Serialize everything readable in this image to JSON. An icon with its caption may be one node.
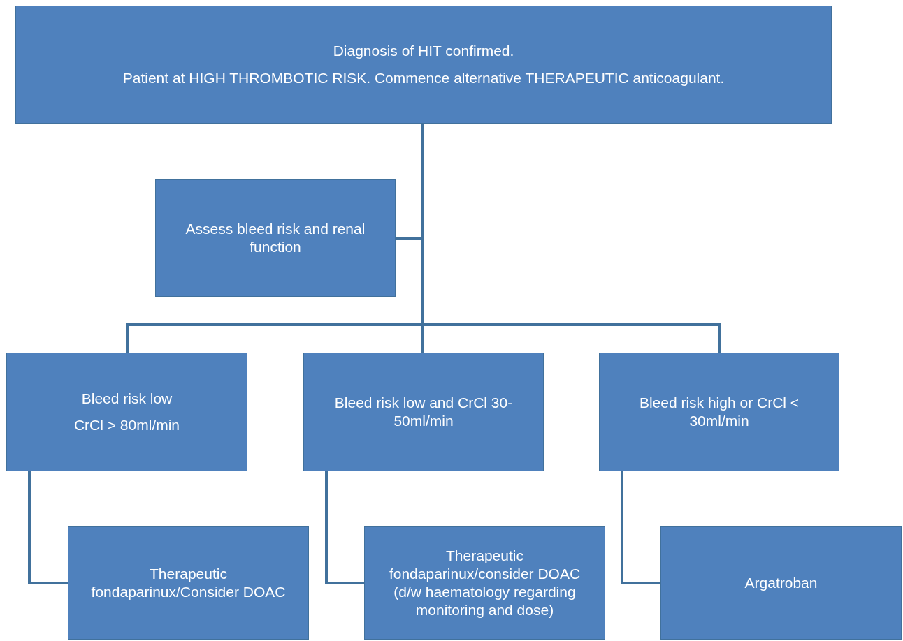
{
  "diagram": {
    "nodes": [
      {
        "text": [
          "Diagnosis of HIT confirmed.",
          "Patient at HIGH THROMBOTIC RISK. Commence alternative THERAPEUTIC anticoagulant."
        ]
      },
      {
        "text": [
          "Assess bleed risk and renal function"
        ]
      },
      {
        "text": [
          "Bleed risk low",
          "CrCl > 80ml/min"
        ]
      },
      {
        "text": [
          "Bleed risk low and CrCl 30-50ml/min"
        ]
      },
      {
        "text": [
          "Bleed risk high or CrCl < 30ml/min"
        ]
      },
      {
        "text": [
          "Therapeutic fondaparinux/Consider DOAC"
        ]
      },
      {
        "text": [
          "Therapeutic fondaparinux/consider DOAC (d/w haematology regarding monitoring and dose)"
        ]
      },
      {
        "text": [
          "Argatroban"
        ]
      }
    ],
    "edges": [
      {
        "from": 0,
        "to": 1,
        "arrow": "none"
      },
      {
        "from": 0,
        "to": 2,
        "arrow": "none"
      },
      {
        "from": 0,
        "to": 3,
        "arrow": "none"
      },
      {
        "from": 0,
        "to": 4,
        "arrow": "none"
      },
      {
        "from": 2,
        "to": 5,
        "arrow": "none"
      },
      {
        "from": 3,
        "to": 6,
        "arrow": "none"
      },
      {
        "from": 4,
        "to": 7,
        "arrow": "none"
      }
    ]
  }
}
